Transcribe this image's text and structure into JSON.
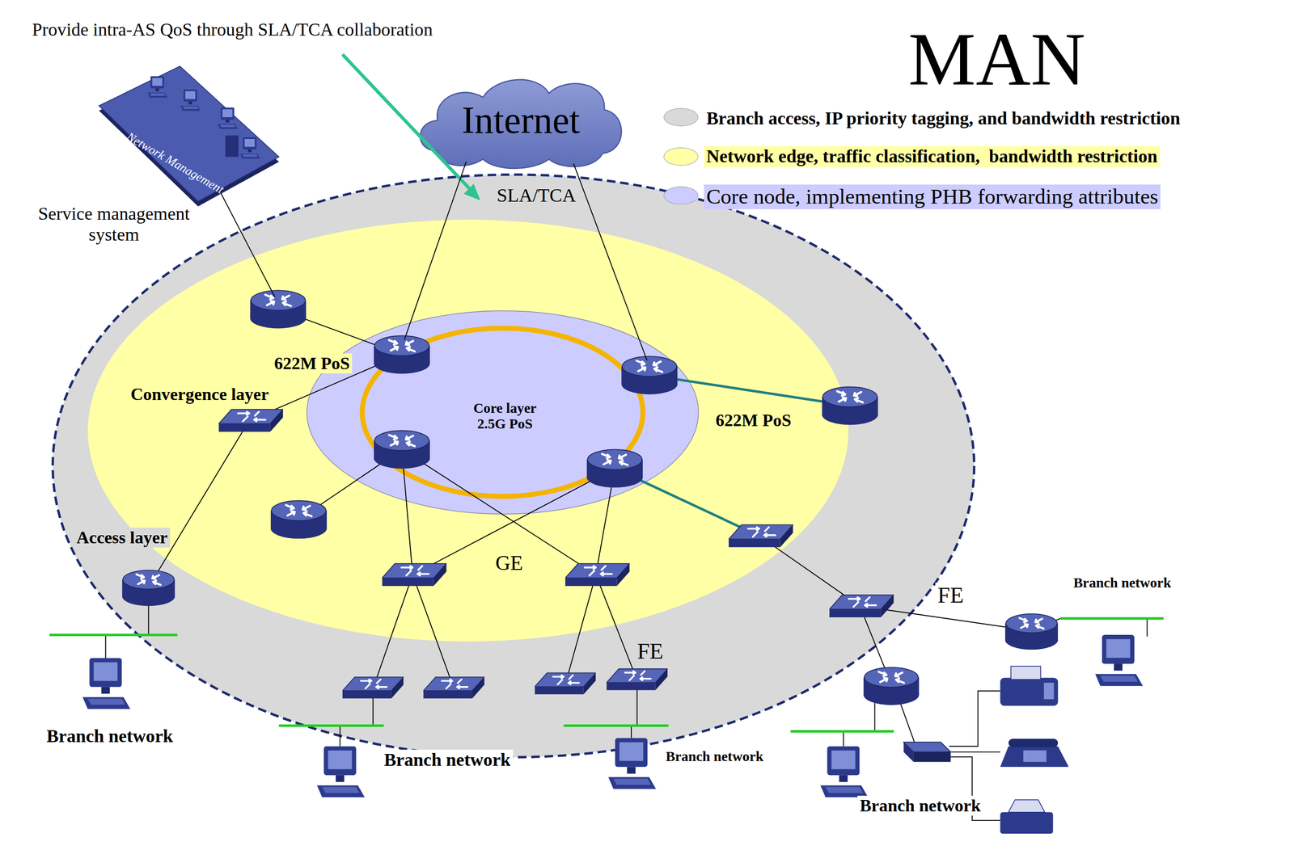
{
  "diagram": {
    "title": "MAN",
    "nodes": [
      {
        "text": [
          "Network Management",
          "Service management system"
        ]
      },
      {
        "text": [
          "Internet"
        ]
      },
      {
        "text": [
          "Access layer"
        ]
      },
      {
        "text": [
          "Convergence layer"
        ],
        "in": 2
      },
      {
        "text": [
          "Core layer 2.5G PoS"
        ],
        "in": 3
      }
    ],
    "edges": [
      {
        "from": 1,
        "to": 4,
        "arrow": "none"
      },
      {
        "from": 1,
        "to": 4,
        "arrow": "none"
      },
      {
        "from": 0,
        "to": 3,
        "arrow": "none"
      }
    ],
    "labels": [
      "Provide intra-AS QoS through SLA/TCA collaboration",
      "SLA/TCA",
      "622M PoS",
      "622M PoS",
      "GE",
      "FE",
      "FE",
      "Branch network",
      "Branch network",
      "Branch network",
      "Branch network",
      "Branch network"
    ],
    "legend": [
      {
        "text": "Branch access, IP priority tagging, and bandwidth restriction",
        "color": "#D9D9D9"
      },
      {
        "text": "Network edge, traffic classification,  bandwidth restriction",
        "color": "#FFFFA6"
      },
      {
        "text": "Core node, implementing PHB forwarding attributes",
        "color": "#CCCCFF"
      }
    ]
  }
}
